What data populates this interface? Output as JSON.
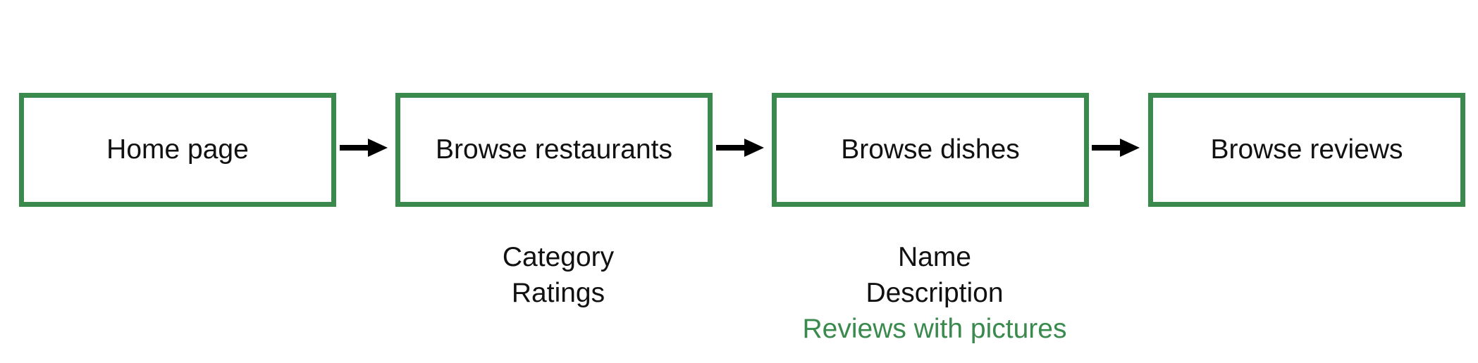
{
  "colors": {
    "box_border": "#3a8a4e",
    "highlight_text": "#3a8a4e",
    "text": "#111111",
    "arrow": "#000000"
  },
  "steps": [
    {
      "label": "Home page"
    },
    {
      "label": "Browse restaurants"
    },
    {
      "label": "Browse dishes"
    },
    {
      "label": "Browse reviews"
    }
  ],
  "notes": {
    "restaurants": [
      "Category",
      "Ratings"
    ],
    "dishes": [
      "Name",
      "Description"
    ],
    "dishes_highlight": "Reviews with pictures"
  }
}
